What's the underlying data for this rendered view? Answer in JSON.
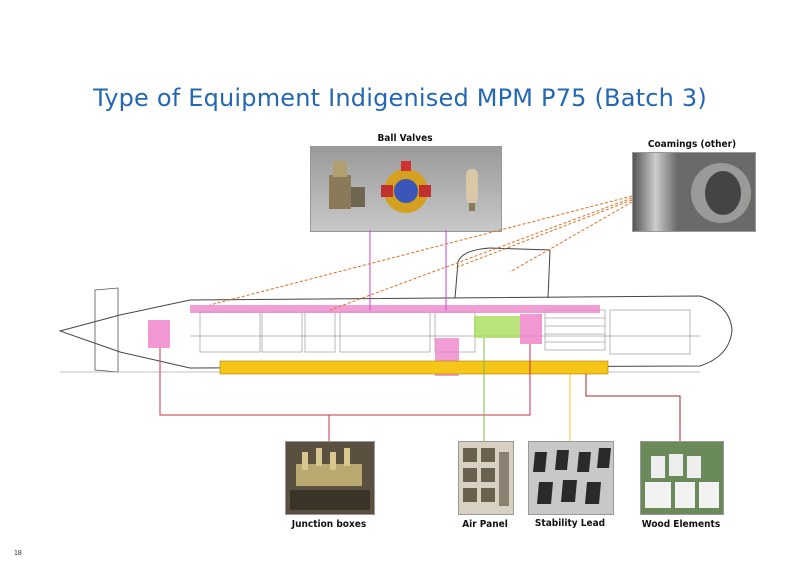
{
  "slide": {
    "title": "Type of Equipment Indigenised MPM P75 (Batch 3)",
    "page_number": "18"
  },
  "equipment": {
    "ball_valves": "Ball Valves",
    "coamings": "Coamings (other)",
    "junction_boxes": "Junction boxes",
    "air_panel": "Air Panel",
    "stability_lead": "Stability Lead",
    "wood_elements": "Wood Elements"
  },
  "colors": {
    "title": "#2468b3",
    "ball_valves_line": "#cc44cc",
    "coamings_line": "#e07020",
    "junction_boxes_line": "#c83048",
    "air_panel_line": "#7cc040",
    "stability_lead_line": "#f0c020",
    "wood_elements_line": "#a02828",
    "highlight_pink": "#ee7ec8",
    "highlight_yellow": "#f5c518",
    "highlight_green": "#a6dd5a"
  }
}
